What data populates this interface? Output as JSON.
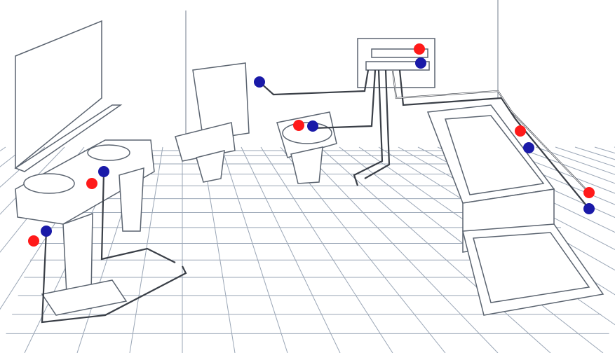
{
  "diagram": {
    "kind": "bathroom plumbing layout",
    "colors": {
      "hot_water": "#ff1a1a",
      "cold_water": "#1a1aa8",
      "pipe": "#3a3f47",
      "line": "#8a93a0",
      "background": "#ffffff"
    },
    "fixtures": [
      "mirror",
      "double-sink",
      "toilet",
      "bidet",
      "manifold",
      "bathtub",
      "shower-tray"
    ],
    "connection_icons": {
      "hot": "hot-water-connection-icon",
      "cold": "cold-water-connection-icon"
    }
  }
}
